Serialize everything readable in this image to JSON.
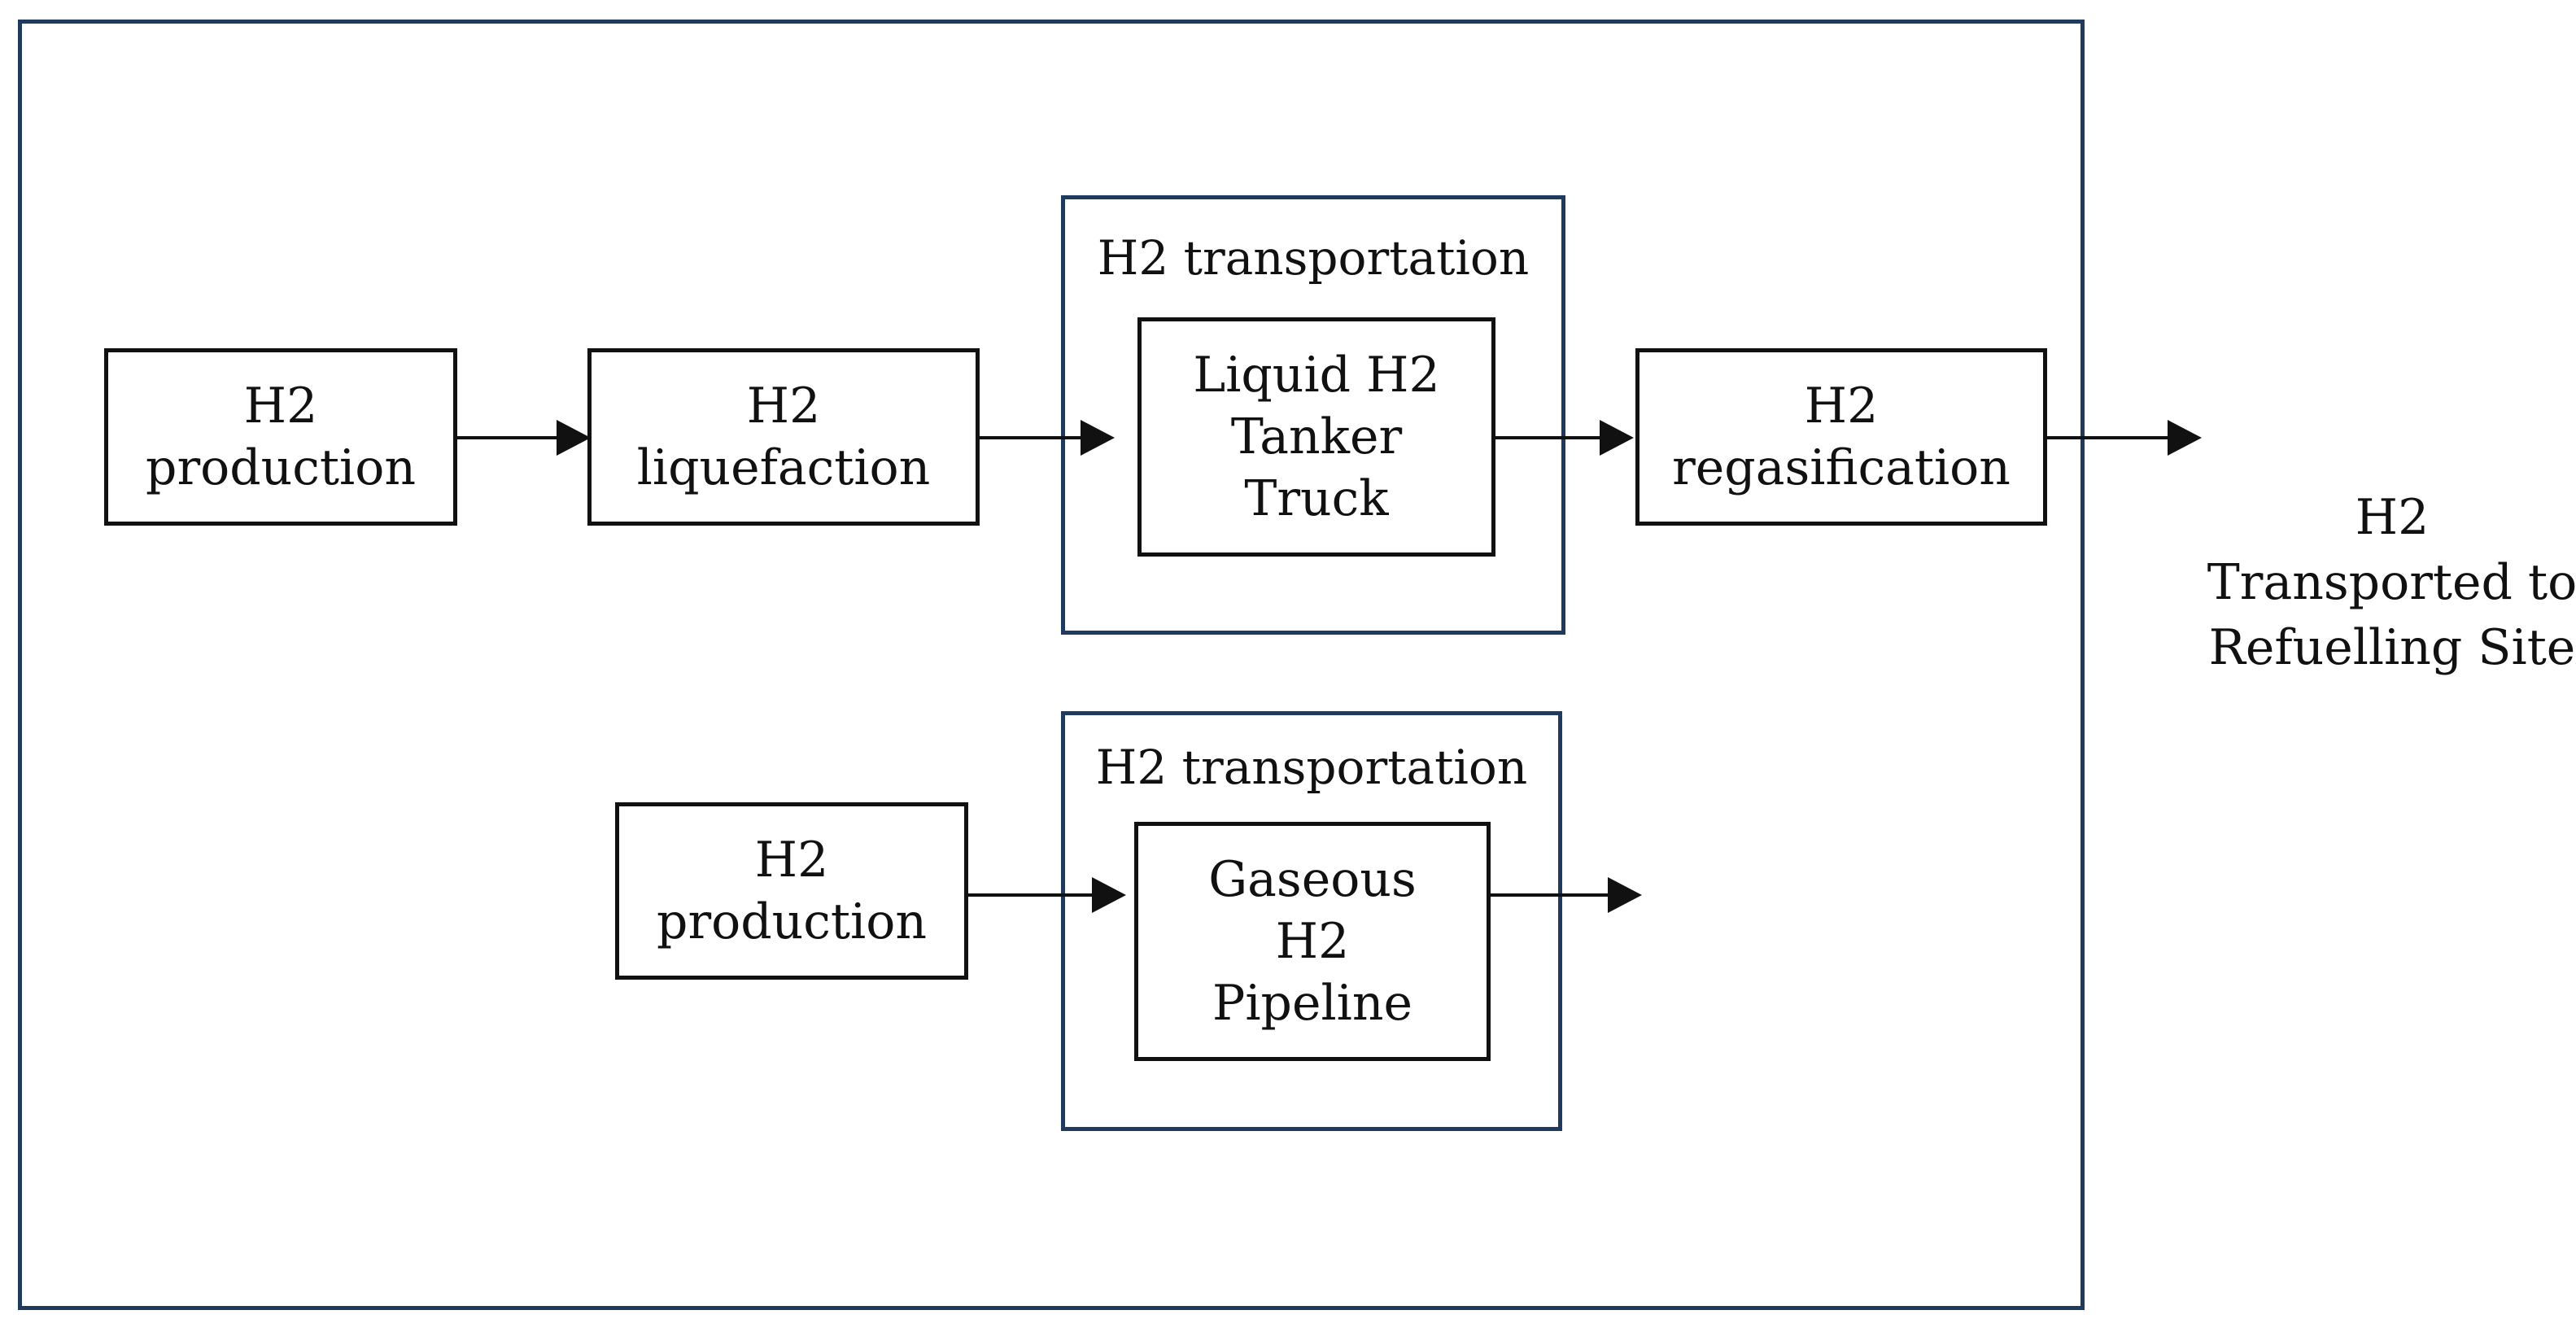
{
  "diagram": {
    "colors": {
      "outer_frame": "#1f3a5c",
      "group_frame": "#1f3a5c",
      "box_border": "#111111",
      "arrow": "#111111",
      "text": "#111111"
    },
    "liquid_route": {
      "production": "H2\nproduction",
      "liquefaction": "H2\nliquefaction",
      "transport_group_title": "H2 transportation",
      "transport_mode": "Liquid H2\nTanker\nTruck",
      "regasification": "H2\nregasification"
    },
    "gaseous_route": {
      "production": "H2\nproduction",
      "transport_group_title": "H2 transportation",
      "transport_mode": "Gaseous\nH2\nPipeline"
    },
    "output": "H2\nTransported to\nRefuelling Site"
  }
}
